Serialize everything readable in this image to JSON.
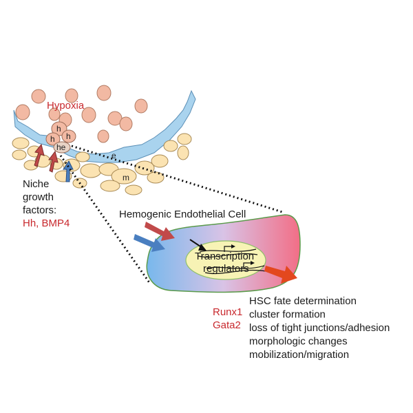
{
  "labels": {
    "hypoxia": "Hypoxia",
    "niche_line1": "Niche",
    "niche_line2": "growth",
    "niche_line3": "factors:",
    "niche_factors": "Hh, BMP4",
    "hec_title": "Hemogenic Endothelial Cell",
    "tr_line1": "Transcription",
    "tr_line2": "regulators",
    "gene1": "Runx1",
    "gene2": "Gata2"
  },
  "cell_letters": {
    "h1": "h",
    "h2": "h",
    "h3": "h",
    "he": "he",
    "e": "e",
    "m": "m"
  },
  "outcomes": [
    "HSC fate determination",
    "cluster formation",
    "loss of tight junctions/adhesion",
    "morphologic changes",
    "mobilization/migration"
  ],
  "colors": {
    "red_text": "#c8282d",
    "endothelial_blue": "#a9d3ee",
    "stromal_tan": "#fbe3b2",
    "hypoxic_cell": "#f2b9a3",
    "hec_blue": "#6fb3ea",
    "hec_pink": "#f2738a",
    "nucleus": "#f7f3b5",
    "arrow_red": "#c14a4a",
    "arrow_blue": "#4a7fc0",
    "arrow_orange": "#e3481e"
  }
}
